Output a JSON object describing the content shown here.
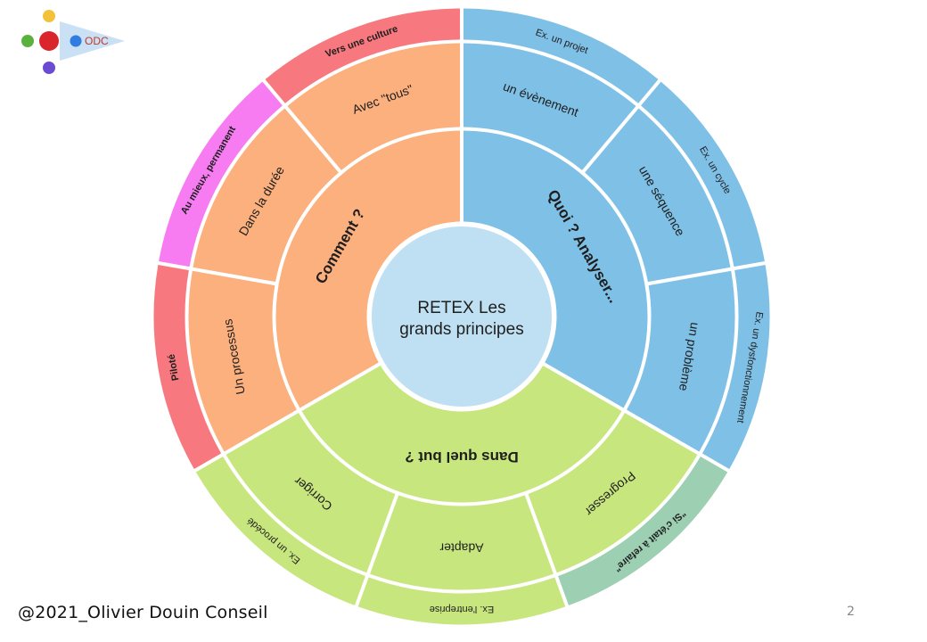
{
  "logo": {
    "text": "ODC",
    "colors": {
      "center": "#d9252b",
      "top": "#f3c13a",
      "left": "#5bb13d",
      "right": "#2f7de0",
      "bottom": "#6a4bd1",
      "arrow": "#bcd8f2",
      "text": "#c0392b"
    }
  },
  "center": {
    "line1": "RETEX Les",
    "line2": "grands principes",
    "color": "#bfe0f2"
  },
  "groups": [
    {
      "id": "quoi",
      "label": "Quoi ? Analyser...",
      "color": "#7fc0e6",
      "start": 0,
      "end": 120,
      "items": [
        {
          "label": "un évènement",
          "example": "Ex. un projet",
          "example_color": "#7fc0e6"
        },
        {
          "label": "une séquence",
          "example": "Ex. un cycle",
          "example_color": "#7fc0e6"
        },
        {
          "label": "un problème",
          "example": "Ex. un dysfonctionnement",
          "example_color": "#7fc0e6"
        }
      ]
    },
    {
      "id": "but",
      "label": "Dans quel but ?",
      "color": "#c8e67e",
      "start": 120,
      "end": 240,
      "items": [
        {
          "label": "Progresser",
          "example": "\"Si c'était à refaire\"",
          "example_color": "#9dcfb3"
        },
        {
          "label": "Adapter",
          "example": "Ex. l'entreprise",
          "example_color": "#c8e67e"
        },
        {
          "label": "Corriger",
          "example": "Ex. un procédé",
          "example_color": "#c8e67e"
        }
      ]
    },
    {
      "id": "comment",
      "label": "Comment ?",
      "color": "#fbb07d",
      "start": 240,
      "end": 360,
      "items": [
        {
          "label": "Un processus",
          "example": "Piloté",
          "example_color": "#f7797f"
        },
        {
          "label": "Dans la durée",
          "example": "Au mieux, permanent",
          "example_color": "#f77cf2"
        },
        {
          "label": "Avec \"tous\"",
          "example": "Vers une culture",
          "example_color": "#f7797f"
        }
      ]
    }
  ],
  "footer": {
    "copyright": "@2021_Olivier Douin Conseil",
    "page_number": "2"
  }
}
